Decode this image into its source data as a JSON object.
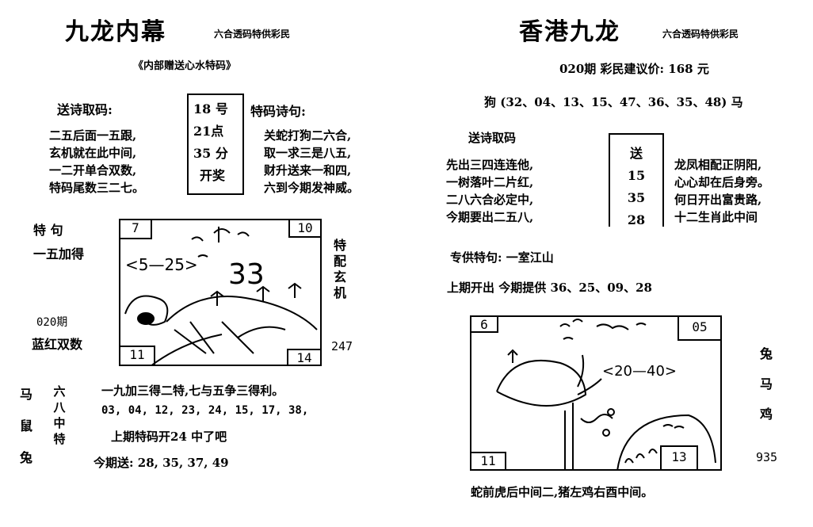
{
  "left": {
    "title": "九龙内幕",
    "subtitle": "六合透码特供彩民",
    "tagline": "《内部赠送心水特码》",
    "send_label": "送诗取码:",
    "poem_left": [
      "二五后面一五跟,",
      "玄机就在此中间,",
      "一二开单合双数,",
      "特码尾数三二七。"
    ],
    "time_box": [
      "18 号",
      "21点",
      "35  分",
      "开奖"
    ],
    "special_label": "特码诗句:",
    "poem_right": [
      "关蛇打狗二六合,",
      "取一求三是八五,",
      "财升送来一和四,",
      "六到今期发神威。"
    ],
    "te_ju": "特  句",
    "yi_wu": "一五加得",
    "issue": "020期",
    "lan_hong": "蓝红双数",
    "vertical_right": "特配玄机",
    "num_247": "247",
    "vertical_animals": "马鼠兔",
    "vertical_six": "六八中特",
    "line1": "一九加三得二特,七与五争三得利。",
    "line2": "03, 04, 12, 23, 24, 15, 17, 38,",
    "line3": "上期特码开24  中了吧",
    "line4": "今期送: 28, 35, 37, 49",
    "sketch": {
      "c_tl": "7",
      "c_tr": "10",
      "c_bl": "11",
      "c_br": "14",
      "range": "<5—25>",
      "big": "33"
    }
  },
  "right": {
    "title": "香港九龙",
    "subtitle": "六合透码特供彩民",
    "price": "020期   彩民建议价: 168 元",
    "dog_line": "狗 (32、04、13、15、47、36、35、48) 马",
    "send_label": "送诗取码",
    "poem_left": [
      "先出三四连连他,",
      "一树落叶二片红,",
      "二八六合必定中,",
      "今期要出二五八,"
    ],
    "box_nums": [
      "送",
      "15",
      "35",
      "28"
    ],
    "poem_right": [
      "龙凤相配正阴阳,",
      "心心却在后身旁。",
      "何日开出富贵路,",
      "十二生肖此中间"
    ],
    "special": "专供特句:   一室江山",
    "last": "上期开出      今期提供  36、25、09、28",
    "vertical_animals": "兔马鸡",
    "num_935": "935",
    "footer": "蛇前虎后中间二,猪左鸡右酉中间。",
    "sketch": {
      "c_tl": "6",
      "c_tr": "05",
      "c_bl": "11",
      "c_br": "13",
      "range": "<20—40>"
    }
  }
}
